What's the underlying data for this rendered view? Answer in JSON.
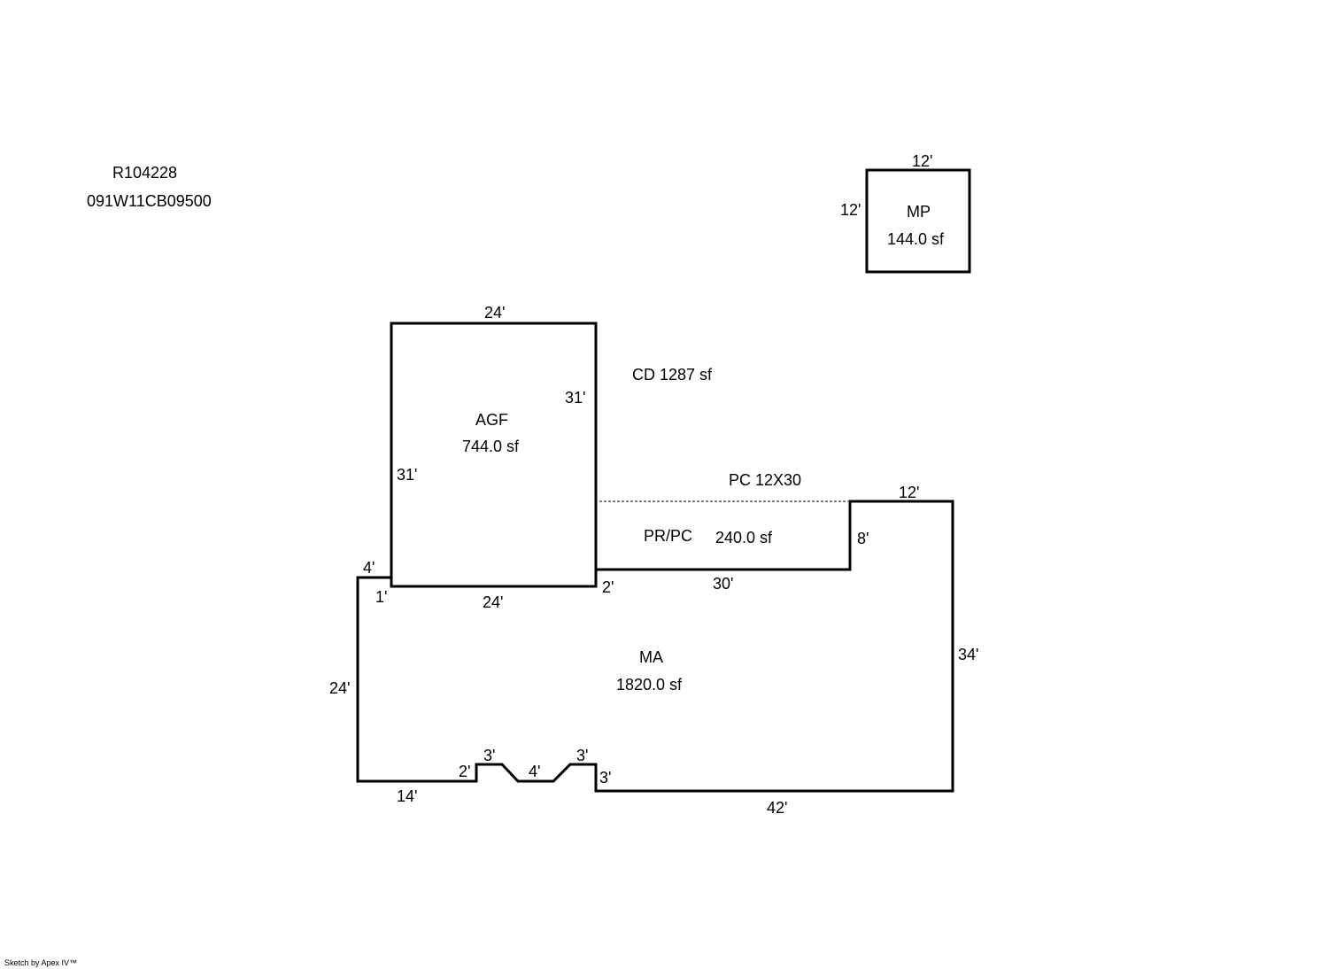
{
  "header": {
    "account": "R104228",
    "parcel": "091W11CB09500"
  },
  "areas": {
    "mp": {
      "name": "MP",
      "area": "144.0 sf",
      "top": "12'",
      "left": "12'"
    },
    "agf": {
      "name": "AGF",
      "area": "744.0 sf",
      "top": "24'",
      "right": "31'",
      "left": "31'",
      "bottom": "24'"
    },
    "cd": {
      "label": "CD 1287 sf"
    },
    "pc": {
      "label": "PC 12X30"
    },
    "prpc": {
      "name": "PR/PC",
      "area": "240.0 sf"
    },
    "ma": {
      "name": "MA",
      "area": "1820.0 sf"
    }
  },
  "dimensions": {
    "d12_top": "12'",
    "d8": "8'",
    "d30": "30'",
    "d2": "2'",
    "d4": "4'",
    "d1": "1'",
    "d24_left": "24'",
    "d34": "34'",
    "d42": "42'",
    "d14": "14'",
    "n2": "2'",
    "n3a": "3'",
    "n4": "4'",
    "n3b": "3'",
    "n3c": "3'"
  },
  "footer": {
    "credit": "Sketch by Apex IV™"
  }
}
